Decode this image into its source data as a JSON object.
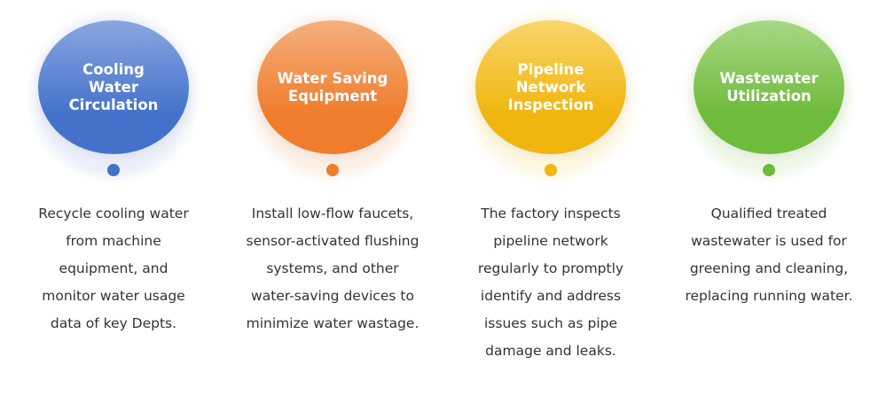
{
  "items": [
    {
      "title": "Cooling Water Circulation",
      "color_top": "#8ba6e0",
      "color_bottom": "#4472cb",
      "halo": "#eaeff9",
      "lines": [
        "Recycle cooling water",
        "from machine",
        "equipment, and",
        "monitor water usage",
        "data of key Depts."
      ]
    },
    {
      "title": "Water Saving Equipment",
      "color_top": "#f5b07e",
      "color_bottom": "#ef7d2c",
      "halo": "#fcefe6",
      "lines": [
        "Install low-flow faucets,",
        "sensor-activated flushing",
        "systems, and other",
        "water-saving devices to",
        "minimize water wastage."
      ]
    },
    {
      "title": "Pipeline Network Inspection",
      "color_top": "#f9d66a",
      "color_bottom": "#f0b50f",
      "halo": "#fdf6e0",
      "lines": [
        "The factory inspects",
        "pipeline network",
        "regularly to promptly",
        "identify and address",
        "issues such as pipe",
        "damage and leaks."
      ]
    },
    {
      "title": "Wastewater Utilization",
      "color_top": "#a8d784",
      "color_bottom": "#6fbb3c",
      "halo": "#eef7e8",
      "lines": [
        "Qualified treated",
        "wastewater is used for",
        "greening and cleaning,",
        "replacing running water."
      ]
    }
  ]
}
